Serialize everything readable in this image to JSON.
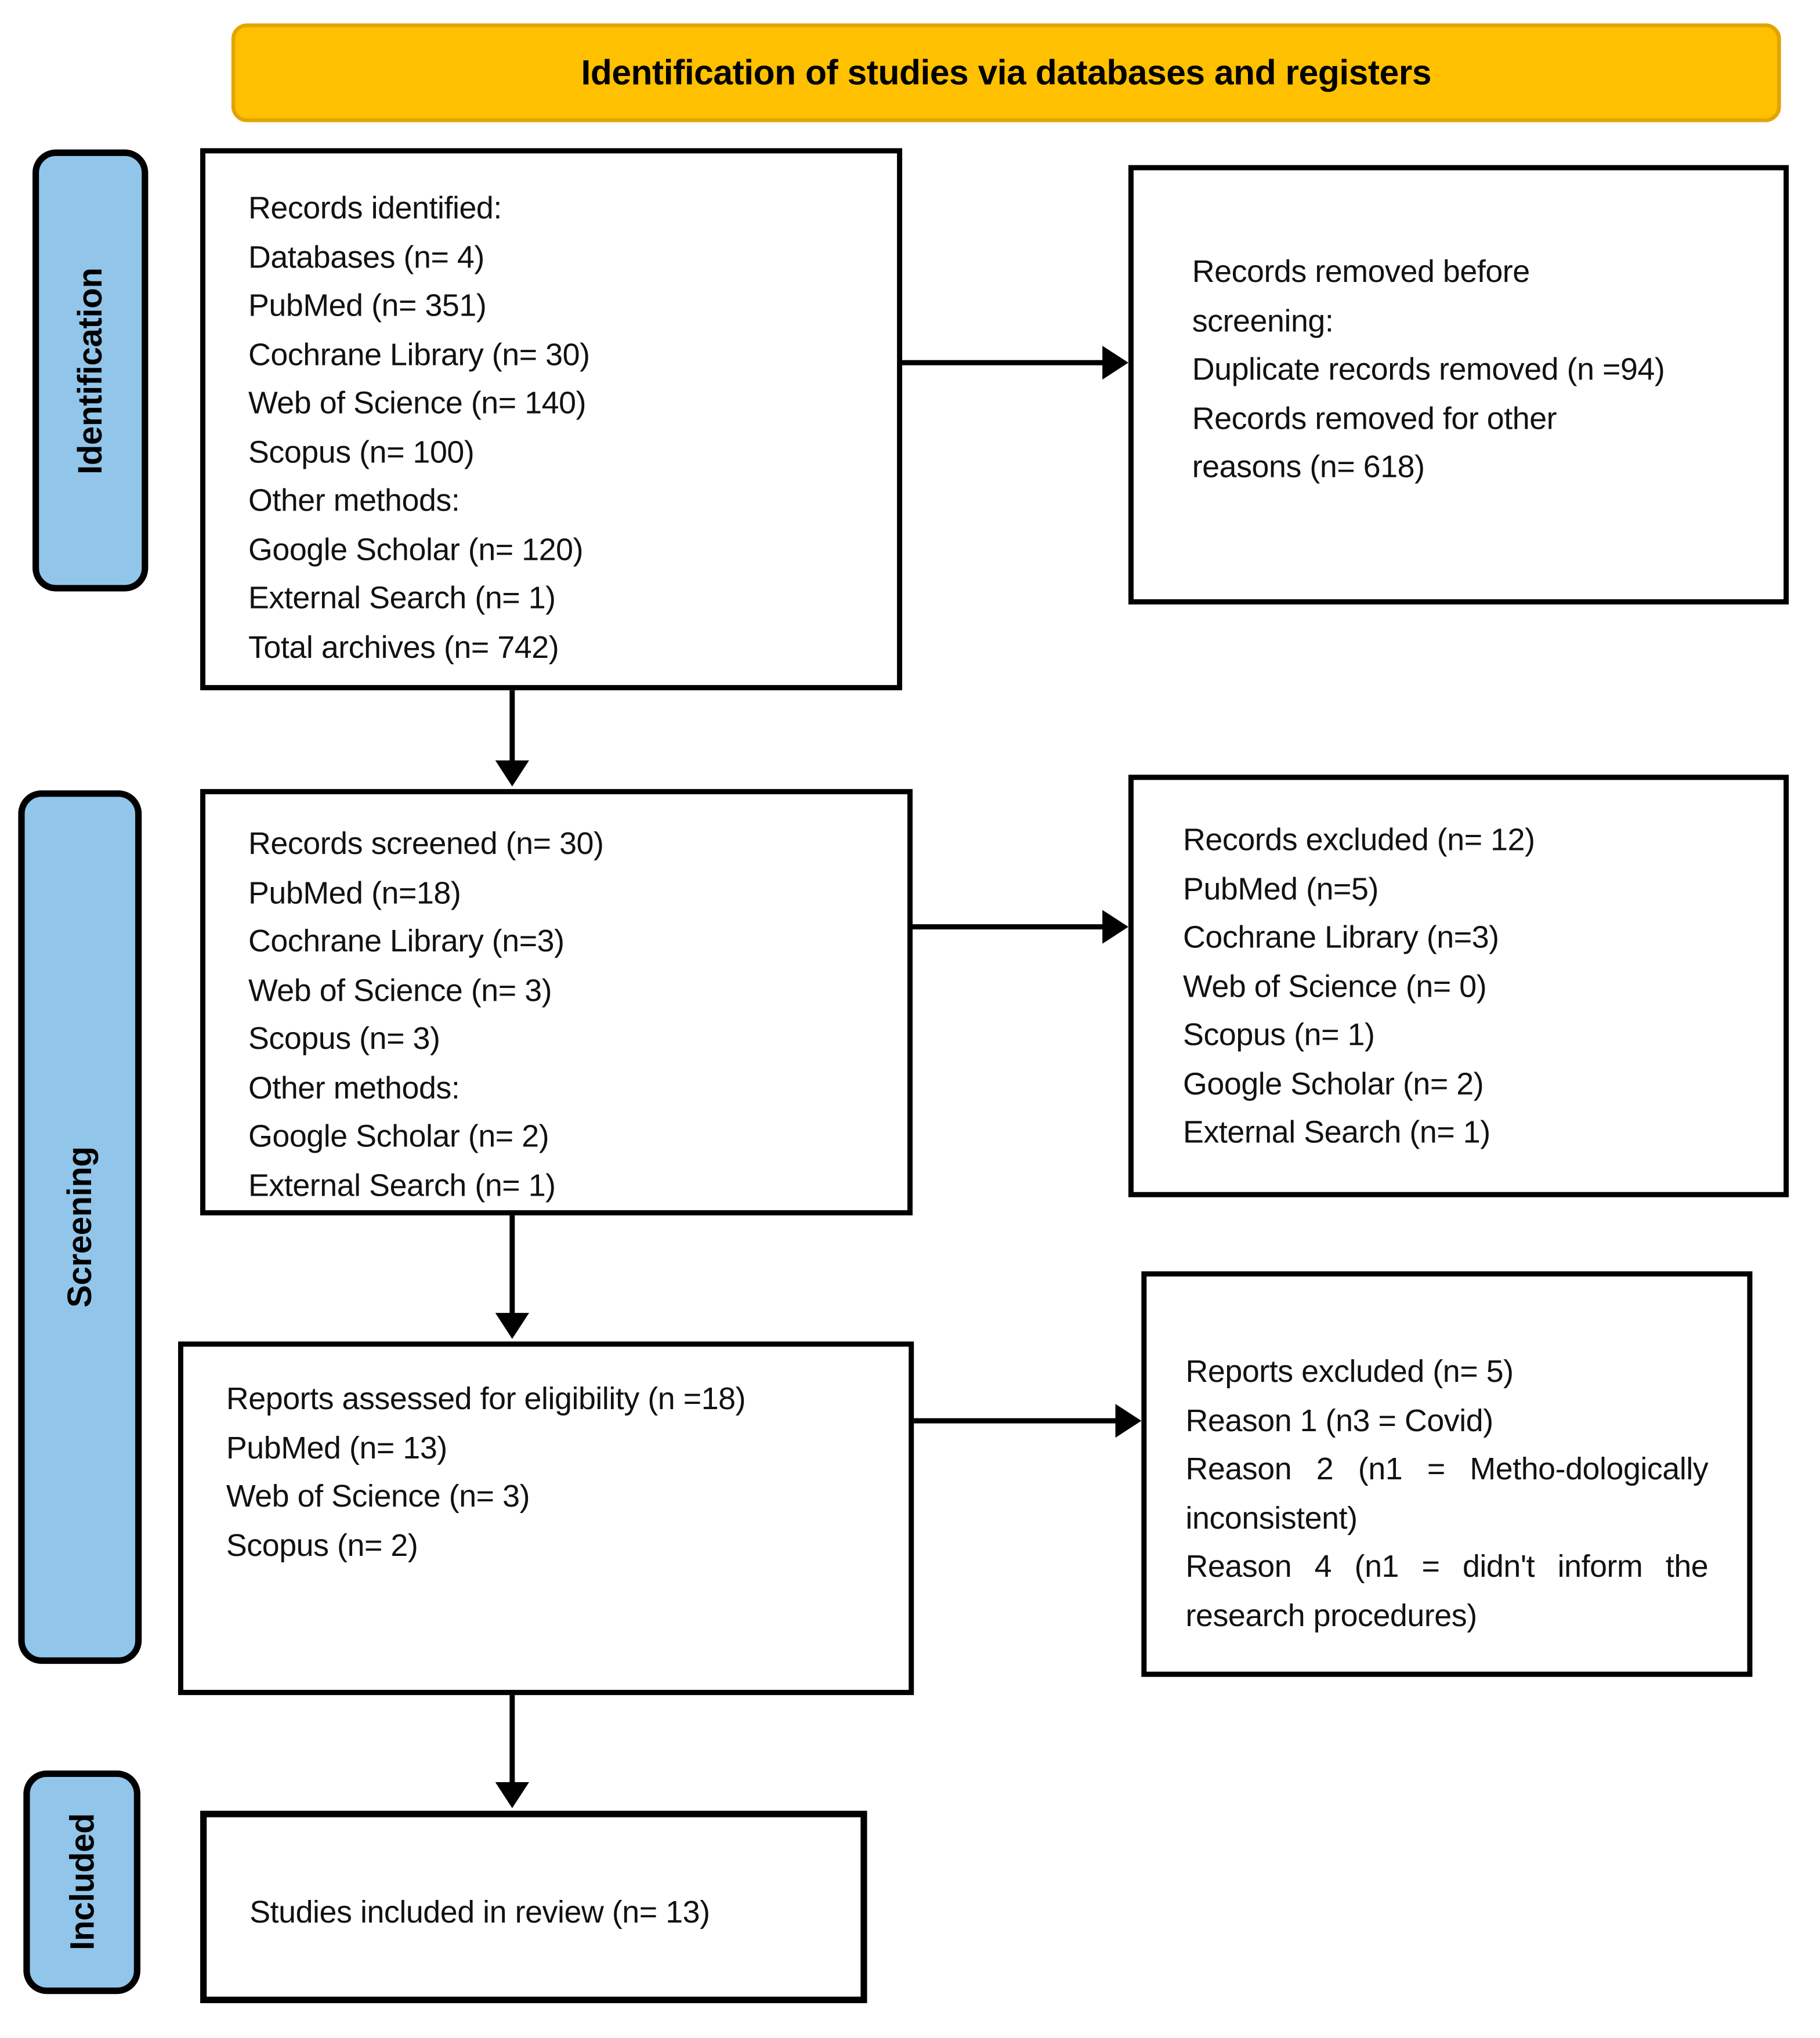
{
  "header": {
    "title": "Identification of studies via databases and registers"
  },
  "sidebar": {
    "stages": [
      "Identification",
      "Screening",
      "Included"
    ]
  },
  "boxes": {
    "records_identified": {
      "lines": [
        "Records identified:",
        "Databases (n= 4)",
        "PubMed (n= 351)",
        "Cochrane Library (n= 30)",
        "Web of Science (n= 140)",
        "Scopus (n= 100)",
        "Other methods:",
        "Google Scholar (n= 120)",
        "External Search (n= 1)",
        "Total archives (n= 742)"
      ]
    },
    "records_removed": {
      "lines": [
        "Records removed before",
        "screening:",
        "Duplicate records removed (n =94)",
        "Records removed for other",
        "reasons (n= 618)"
      ]
    },
    "records_screened": {
      "lines": [
        "Records screened (n= 30)",
        "PubMed (n=18)",
        "Cochrane Library (n=3)",
        "Web of Science (n= 3)",
        "Scopus (n= 3)",
        "Other methods:",
        "Google Scholar (n= 2)",
        "External Search (n= 1)"
      ]
    },
    "records_excluded": {
      "lines": [
        "Records excluded (n= 12)",
        "PubMed (n=5)",
        "Cochrane Library (n=3)",
        "Web of Science (n= 0)",
        "Scopus (n= 1)",
        "Google Scholar (n= 2)",
        "External Search (n= 1)"
      ]
    },
    "reports_assessed": {
      "lines": [
        "Reports assessed for eligibility (n =18)",
        "PubMed (n= 13)",
        "Web of Science (n= 3)",
        "Scopus (n= 2)"
      ]
    },
    "reports_excluded": {
      "paragraphs": [
        "Reports excluded  (n= 5)",
        "Reason 1 (n3 = Covid)",
        "Reason 2 (n1 = Metho-dologically inconsistent)",
        "Reason 4 (n1 = didn't inform the research procedures)"
      ]
    },
    "studies_included": {
      "lines": [
        "Studies included in review (n= 13)"
      ]
    }
  },
  "colors": {
    "header_fill": "#FFC000",
    "header_border": "#E2A500",
    "stage_fill": "#92C5EA",
    "box_border": "#000000",
    "arrow_color": "#000000",
    "text_color": "#111111"
  }
}
